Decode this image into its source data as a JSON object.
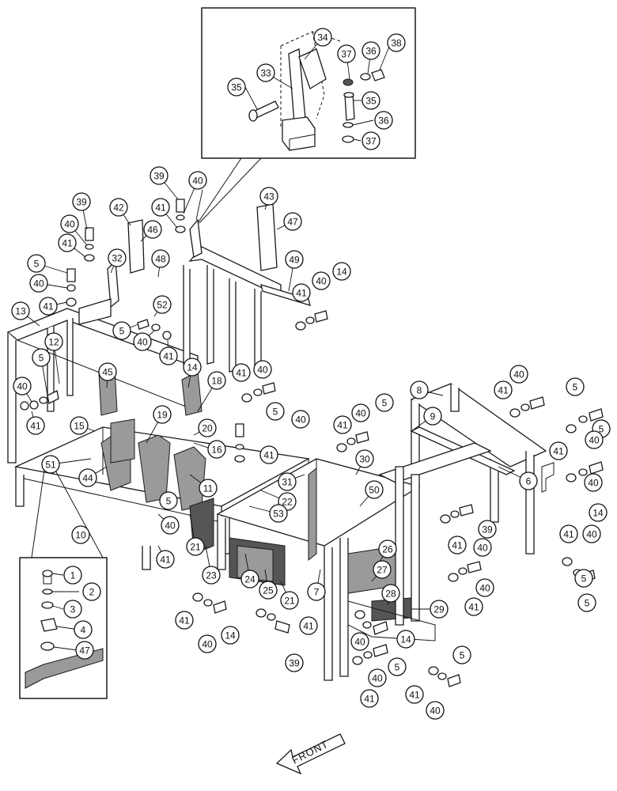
{
  "front_label": "FRONT",
  "callouts": [
    "1",
    "2",
    "3",
    "4",
    "5",
    "6",
    "7",
    "8",
    "9",
    "10",
    "11",
    "12",
    "13",
    "14",
    "15",
    "16",
    "18",
    "19",
    "20",
    "21",
    "22",
    "23",
    "24",
    "25",
    "26",
    "27",
    "28",
    "29",
    "30",
    "31",
    "32",
    "33",
    "34",
    "35",
    "36",
    "37",
    "38",
    "39",
    "40",
    "41",
    "42",
    "43",
    "44",
    "45",
    "46",
    "47",
    "48",
    "49",
    "50",
    "51",
    "52",
    "53"
  ]
}
